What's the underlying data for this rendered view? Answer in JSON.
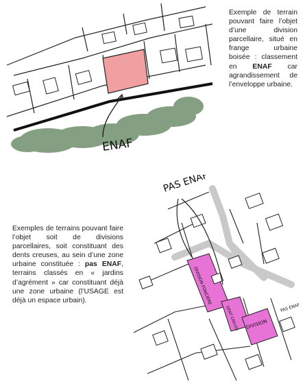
{
  "top_sketch": {
    "label": "ENAF"
  },
  "top_caption": {
    "line1": "Exemple de terrain pouvant faire l’objet d’une division parcellaire, situé en frange urbaine boisée : classement en ",
    "bold1": "ENAF",
    "line2": " car agrandissement de l’enveloppe urbaine."
  },
  "bottom_sketch": {
    "label_pas_enaf": "PAS ENAF",
    "label_division_foncier": "DIVISION FONCIÈRE",
    "label_dent_creuse": "DENT CREUSE",
    "label_division": "DIVISION",
    "label_pas_enaf_small": "PAS ENAF"
  },
  "bottom_caption": {
    "line1": "Exemples de terrains pouvant faire l’objet soit de divisions parcellaires, soit constituant des dents creuses, au sein d’une zone urbaine constituée : ",
    "bold1": "pas ENAF",
    "line2": ", terrains classés en « jardins d’agrément » car constituant déjà une zone urbaine (l’USAGE est déjà un espace urbain)."
  },
  "colors": {
    "enaf_parcel": "#f0a0a0",
    "magenta_parcel": "#e873d6",
    "woodland": "#6f8f6c",
    "ink": "#222222",
    "road": "#c9c9c9"
  }
}
